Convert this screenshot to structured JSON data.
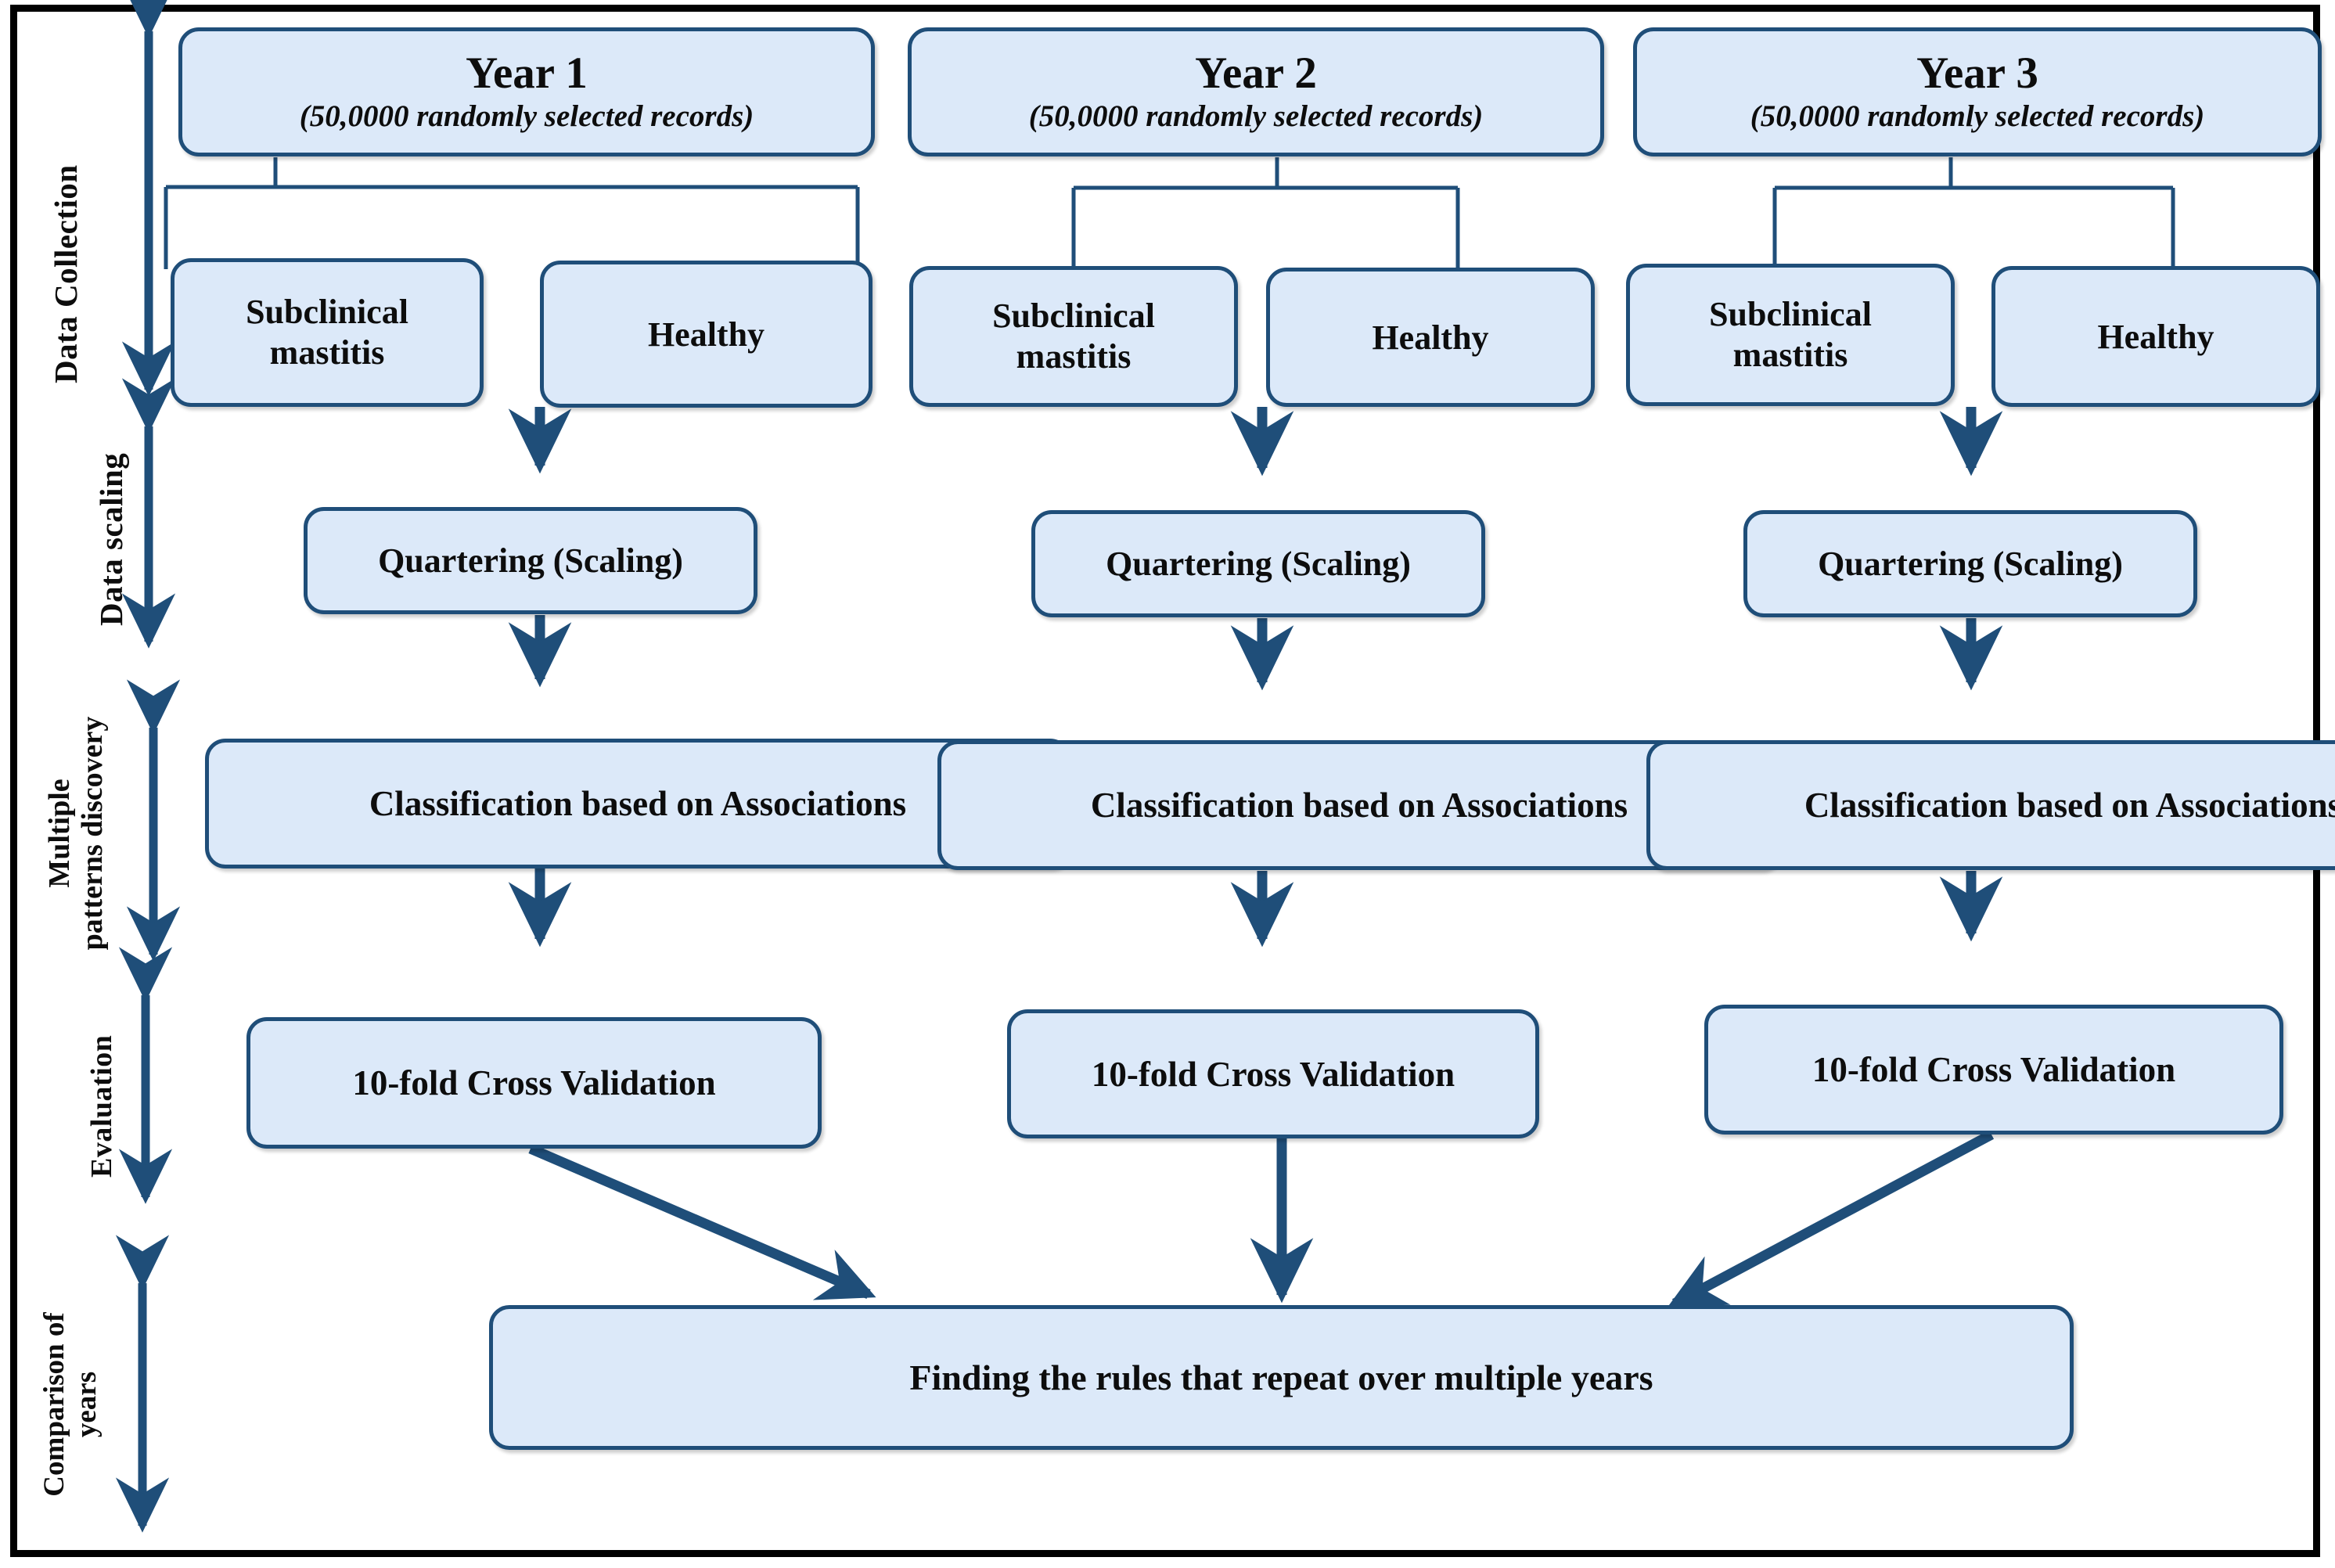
{
  "figure": {
    "type": "flowchart",
    "title": "Study workflow for subclinical mastitis rule discovery across three years",
    "colors": {
      "box_fill": "#dce9f9",
      "box_border": "#1f4e79",
      "arrow": "#1f4e79",
      "frame": "#000000",
      "text": "#0d0d0d"
    }
  },
  "stages": [
    {
      "id": "data-collection",
      "label": "Data Collection"
    },
    {
      "id": "data-scaling",
      "label": "Data scaling"
    },
    {
      "id": "multiple-patterns-discovery",
      "label": "Multiple\npatterns discovery",
      "line1": "Multiple",
      "line2": "patterns discovery"
    },
    {
      "id": "evaluation",
      "label": "Evaluation"
    },
    {
      "id": "comparison-of-years",
      "label": "Comparison of\nyears",
      "line1": "Comparison of",
      "line2": "years"
    }
  ],
  "columns": [
    {
      "id": "year-1",
      "year_title": "Year 1",
      "year_subtitle": "(50,0000 randomly selected records)",
      "branches": [
        {
          "id": "subclinical-mastitis",
          "line1": "Subclinical",
          "line2": "mastitis",
          "label": "Subclinical mastitis"
        },
        {
          "id": "healthy",
          "line1": "Healthy",
          "line2": "",
          "label": "Healthy"
        }
      ],
      "scaling": "Quartering (Scaling)",
      "classification": "Classification based on Associations",
      "evaluation": "10-fold Cross Validation"
    },
    {
      "id": "year-2",
      "year_title": "Year 2",
      "year_subtitle": "(50,0000 randomly selected records)",
      "branches": [
        {
          "id": "subclinical-mastitis",
          "line1": "Subclinical",
          "line2": "mastitis",
          "label": "Subclinical mastitis"
        },
        {
          "id": "healthy",
          "line1": "Healthy",
          "line2": "",
          "label": "Healthy"
        }
      ],
      "scaling": "Quartering (Scaling)",
      "classification": "Classification based on Associations",
      "evaluation": "10-fold Cross Validation"
    },
    {
      "id": "year-3",
      "year_title": "Year 3",
      "year_subtitle": "(50,0000 randomly selected records)",
      "branches": [
        {
          "id": "subclinical-mastitis",
          "line1": "Subclinical",
          "line2": "mastitis",
          "label": "Subclinical mastitis"
        },
        {
          "id": "healthy",
          "line1": "Healthy",
          "line2": "",
          "label": "Healthy"
        }
      ],
      "scaling": "Quartering (Scaling)",
      "classification": "Classification based on Associations",
      "evaluation": "10-fold Cross Validation"
    }
  ],
  "final": {
    "id": "finding-rules",
    "label": "Finding the rules that repeat over multiple years"
  }
}
